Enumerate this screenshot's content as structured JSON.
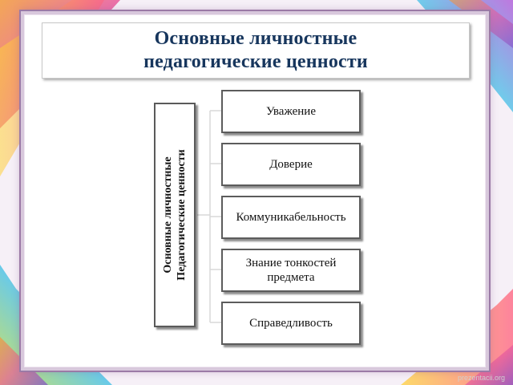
{
  "title": {
    "line1": "Основные личностные",
    "line2": "педагогические  ценности"
  },
  "vertical_label": {
    "line1": "Основные личностные",
    "line2": "Педагогические ценности"
  },
  "items": [
    {
      "label": "Уважение"
    },
    {
      "label": "Доверие"
    },
    {
      "label": "Коммуникабельность"
    },
    {
      "label": "Знание тонкостей предмета"
    },
    {
      "label": "Справедливость"
    }
  ],
  "watermark": "prezentacii.org",
  "colors": {
    "title_text": "#17365d",
    "frame_outline": "#9b7aa6",
    "box_border": "#5c5c5c",
    "connector": "#dcdcdc"
  }
}
